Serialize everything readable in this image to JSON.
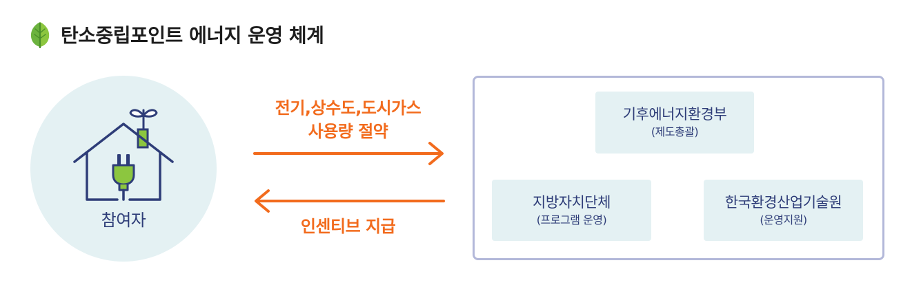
{
  "title": "탄소중립포인트 에너지 운영 체계",
  "participant": {
    "label": "참여자",
    "icon": "house-plug-icon"
  },
  "flows": {
    "to_operators": [
      "전기,상수도,도시가스",
      "사용량 절약"
    ],
    "to_participant": "인센티브 지급"
  },
  "operators": [
    {
      "name": "기후에너지환경부",
      "role": "(제도총괄)"
    },
    {
      "name": "지방자치단체",
      "role": "(프로그램 운영)"
    },
    {
      "name": "한국환경산업기술원",
      "role": "(운영지원)"
    }
  ],
  "colors": {
    "accent_orange": "#f26b1d",
    "navy": "#2e3d78",
    "light_teal": "#e4f1f3",
    "frame_border": "#b3b8d9",
    "leaf_green": "#6cb33f"
  }
}
